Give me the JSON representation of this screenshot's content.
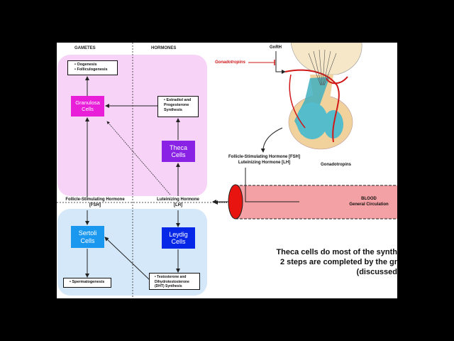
{
  "columns": {
    "gametes": "GAMETES",
    "hormones": "HORMONES"
  },
  "female": {
    "outcome_items": [
      "Oogenesis",
      "Folliculogenesis"
    ],
    "granulosa": "Granulosa Cells",
    "estradiol_items": [
      "Estradiol and Progesterone Synthesis"
    ],
    "theca": "Theca Cells",
    "zone_color": "#f7d4f7"
  },
  "hormones": {
    "fsh": [
      "Follicle-Stimulating Hormone",
      "[FSH]"
    ],
    "lh": [
      "Luteinizing Hormone",
      "[LH]"
    ]
  },
  "male": {
    "sertoli": "Sertoli Cells",
    "leydig": "Leydig Cells",
    "sperm_items": [
      "Spermatogenesis"
    ],
    "testosterone_items": [
      "Testosterone and Dihydrotestosterone (DHT) Synthesis"
    ],
    "zone_color": "#d4e8f9"
  },
  "pituitary": {
    "gnrh": "GnRH",
    "gonadotropins_feedback": "Gonadotropins",
    "release": [
      "Follicle-Stimulating Hormone [FSH]",
      "Luteinizing Hormone [LH]"
    ],
    "gonadotropins": "Gonadotropins"
  },
  "blood": {
    "title": "BLOOD",
    "subtitle": "General Circulation"
  },
  "caption": [
    "Theca cells do most of the synth",
    "2 steps are completed by the gr",
    "(discussed"
  ],
  "colors": {
    "granulosa": "#e81ed8",
    "theca": "#8a22e6",
    "sertoli": "#1a98f0",
    "leydig": "#0626e8",
    "vessel": "#f4a1a5",
    "vessel_end": "#e8140f"
  }
}
